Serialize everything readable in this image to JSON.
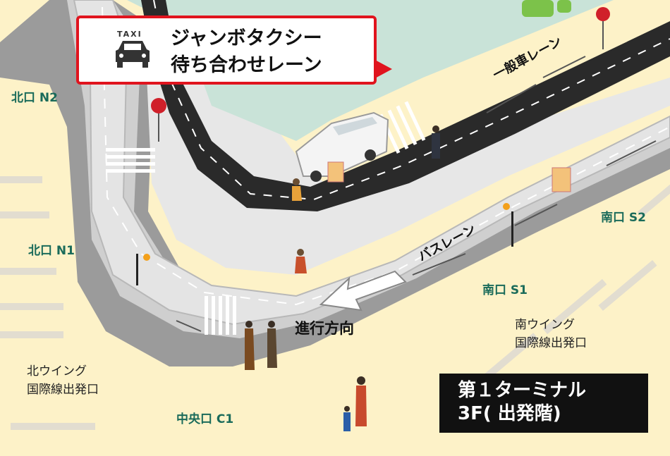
{
  "callout": {
    "taxi_word": "TAXI",
    "line1": "ジャンボタクシー",
    "line2": "待ち合わせレーン",
    "icon": "taxi-icon",
    "border_color": "#e0141e"
  },
  "lanes": {
    "general": "一般車レーン",
    "bus": "バスレーン",
    "direction": "進行方向"
  },
  "exits": {
    "n2": "北口 N2",
    "n1": "北口 N1",
    "s2": "南口 S2",
    "s1": "南口 S1",
    "c1": "中央口 C1"
  },
  "wings": {
    "north_line1": "北ウイング",
    "north_line2": "国際線出発口",
    "south_line1": "南ウイング",
    "south_line2": "国際線出発口"
  },
  "terminal": {
    "line1": "第１ターミナル",
    "line2": "3F( 出発階)"
  },
  "colors": {
    "background": "#fdf2c8",
    "building": "#9b9b9b",
    "sidewalk": "#dcdcdc",
    "road": "#2a2a2a",
    "bus_lane": "#e4e4e4",
    "green_area": "#c9e3d8",
    "gate_label": "#1a6b5a"
  }
}
